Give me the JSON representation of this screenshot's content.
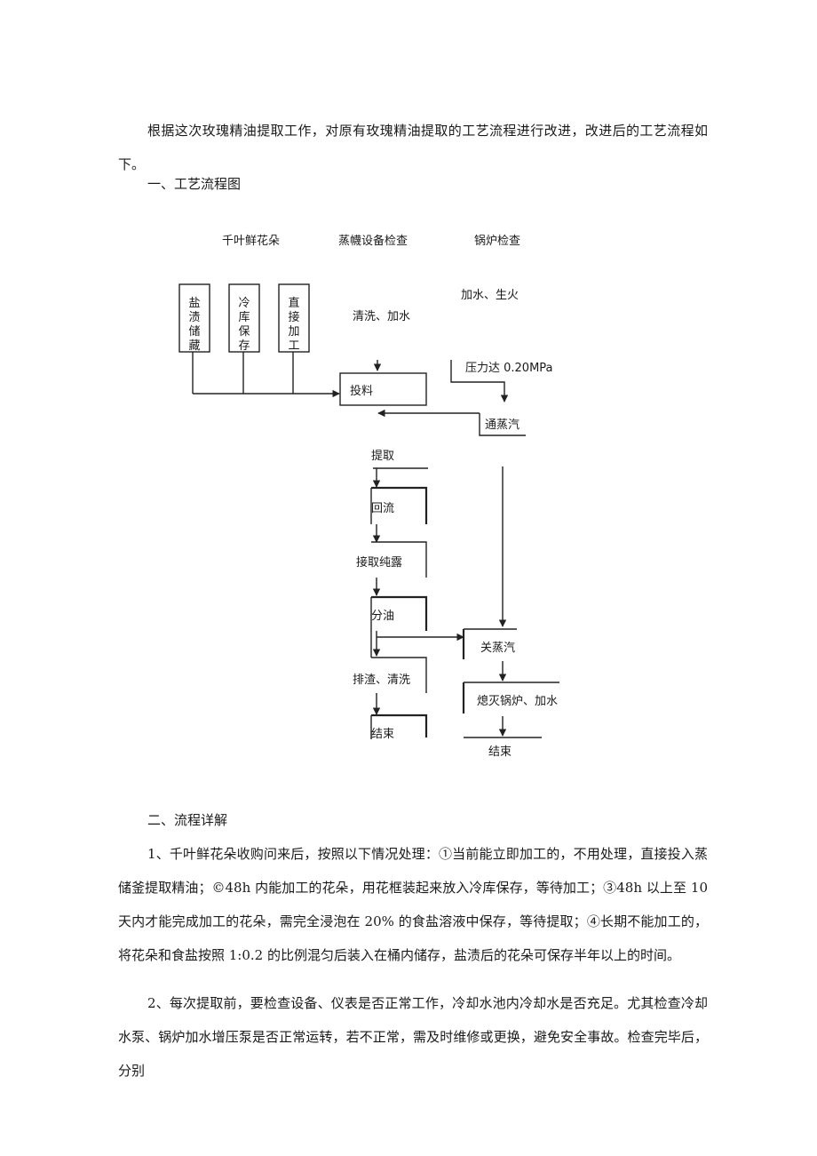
{
  "intro": "根据这次玫瑰精油提取工作，对原有玫瑰精油提取的工艺流程进行改进，改进后的工艺流程如下。",
  "section1_title": "一、工艺流程图",
  "flowchart": {
    "col_headers": [
      "千叶鲜花朵",
      "蒸幭设备检查",
      "锅炉检查"
    ],
    "storage_boxes": [
      "盐渍储藏",
      "冷库保存",
      "直接加工"
    ],
    "equip_note": "清洗、加水",
    "boiler_note": "加水、生火",
    "pressure_note": "压力达 0.20MPa",
    "feed": "投料",
    "steam_on": "通蒸汽",
    "left_steps": [
      "提取",
      "回流",
      "接取纯露",
      "分油",
      "排渣、清洗",
      "结束"
    ],
    "right_steps": [
      "关蒸汽",
      "熄灭锅炉、加水",
      "结束"
    ]
  },
  "section2_title": "二、流程详解",
  "para1": "1、千叶鲜花朵收购问来后，按照以下情况处理：①当前能立即加工的，不用处理，直接投入蒸储釜提取精油；©48h 内能加工的花朵，用花框装起来放入冷库保存，等待加工；③48h 以上至 10 天内才能完成加工的花朵，需完全浸泡在 20% 的食盐溶液中保存，等待提取；④长期不能加工的，将花朵和食盐按照 1:0.2 的比例混匀后装入在桶内储存，盐渍后的花朵可保存半年以上的时间。",
  "para2": "2、每次提取前，要检查设备、仪表是否正常工作，冷却水池内冷却水是否充足。尤其检查冷却水泵、锅炉加水增压泵是否正常运转，若不正常，需及时维修或更换，避免安全事故。检查完毕后，分别"
}
